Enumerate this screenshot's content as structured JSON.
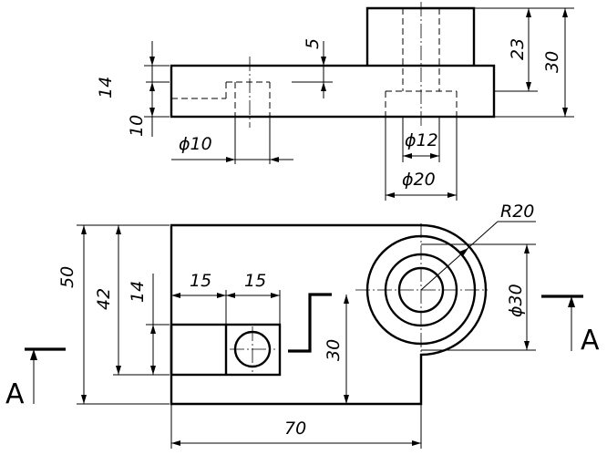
{
  "front_view": {
    "dims": {
      "d5": "5",
      "d14": "14",
      "d10": "10",
      "d23": "23",
      "d30": "30",
      "phi10": "ϕ10",
      "phi12": "ϕ12",
      "phi20": "ϕ20"
    }
  },
  "top_view": {
    "dims": {
      "d50": "50",
      "d42": "42",
      "d14": "14",
      "d15a": "15",
      "d15b": "15",
      "d30": "30",
      "d70": "70",
      "r20": "R20",
      "phi30": "ϕ30"
    },
    "section_left": "A",
    "section_right": "A"
  }
}
